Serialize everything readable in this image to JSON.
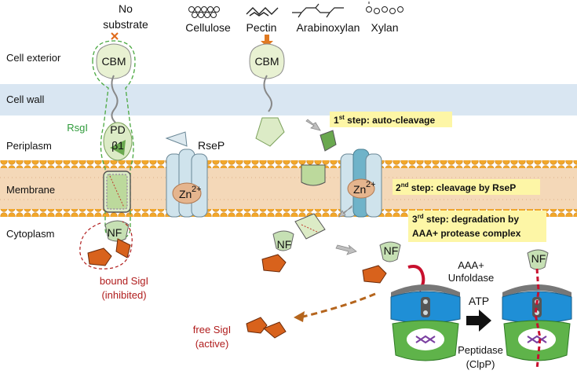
{
  "colors": {
    "cell_wall": "#d9e6f2",
    "membrane_band": "#f4d8b8",
    "lipid_head": "#f2a72b",
    "domain_green": "#dcebc6",
    "domain_green_dark": "#6aa84f",
    "rsep_blue": "#cfe3ec",
    "sig_orange": "#d8621c",
    "protease_blue": "#1f8fd6",
    "protease_green": "#5fb34a",
    "red": "#b01c1c",
    "step_box": "#fdf6a6"
  },
  "regions": {
    "exterior": "Cell exterior",
    "wall": "Cell wall",
    "periplasm": "Periplasm",
    "membrane": "Membrane",
    "cytoplasm": "Cytoplasm"
  },
  "substrates": {
    "none_line1": "No",
    "none_line2": "substrate",
    "cellulose": "Cellulose",
    "pectin": "Pectin",
    "arabinoxylan": "Arabinoxylan",
    "xylan": "Xylan"
  },
  "labels": {
    "cbm": "CBM",
    "rsgi": "RsgI",
    "pd": "PD",
    "beta1": "β1",
    "rsep": "RseP",
    "zn": "Zn",
    "zn_charge": "2+",
    "nf": "NF",
    "bound_line1": "bound SigI",
    "bound_line2": "(inhibited)",
    "free_line1": "free SigI",
    "free_line2": "(active)",
    "aaa_line1": "AAA+",
    "aaa_line2": "Unfoldase",
    "atp": "ATP",
    "peptidase_line1": "Peptidase",
    "peptidase_line2": "(ClpP)"
  },
  "steps": {
    "s1_num": "1",
    "s1_sup": "st",
    "s1_text": " step: auto-cleavage",
    "s2_num": "2",
    "s2_sup": "nd",
    "s2_text": " step: cleavage by RseP",
    "s3_num": "3",
    "s3_sup": "rd",
    "s3_text": " step: degradation by",
    "s3_text2": "AAA+ protease complex"
  }
}
